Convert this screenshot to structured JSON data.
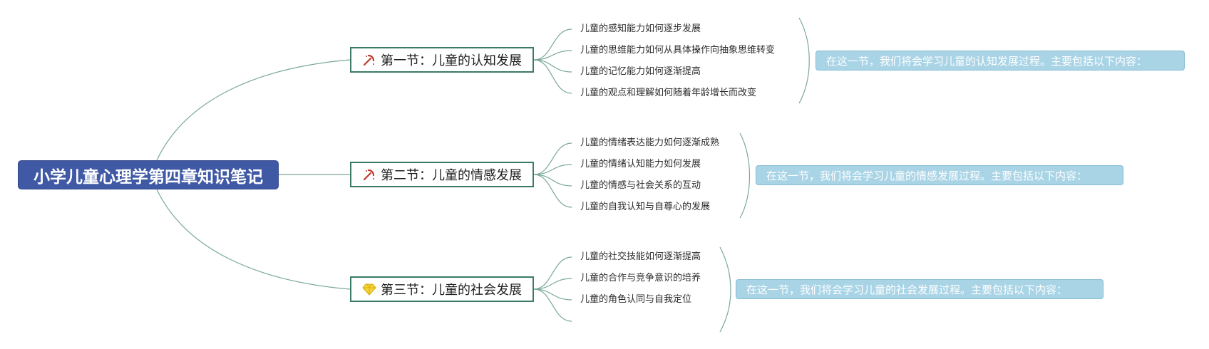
{
  "root": {
    "title": "小学儿童心理学第四章知识笔记",
    "fill_color": "#3f59a5"
  },
  "colors": {
    "connector": "#7aa898",
    "section_border": "#3d7a66",
    "summary_fill": "#a9d4e6"
  },
  "sections": [
    {
      "icon": "pick-icon",
      "title": "第一节：儿童的认知发展",
      "items": [
        "儿童的感知能力如何逐步发展",
        "儿童的思维能力如何从具体操作向抽象思维转变",
        "儿童的记忆能力如何逐渐提高",
        "儿童的观点和理解如何随着年龄增长而改变"
      ],
      "summary": "在这一节，我们将会学习儿童的认知发展过程。主要包括以下内容："
    },
    {
      "icon": "pick-icon",
      "title": "第二节：儿童的情感发展",
      "items": [
        "儿童的情绪表达能力如何逐渐成熟",
        "儿童的情绪认知能力如何发展",
        "儿童的情感与社会关系的互动",
        "儿童的自我认知与自尊心的发展"
      ],
      "summary": "在这一节，我们将会学习儿童的情感发展过程。主要包括以下内容："
    },
    {
      "icon": "gem-icon",
      "title": "第三节：儿童的社会发展",
      "items": [
        "儿童的社交技能如何逐渐提高",
        "儿童的合作与竞争意识的培养",
        "儿童的角色认同与自我定位"
      ],
      "summary": "在这一节，我们将会学习儿童的社会发展过程。主要包括以下内容："
    }
  ]
}
